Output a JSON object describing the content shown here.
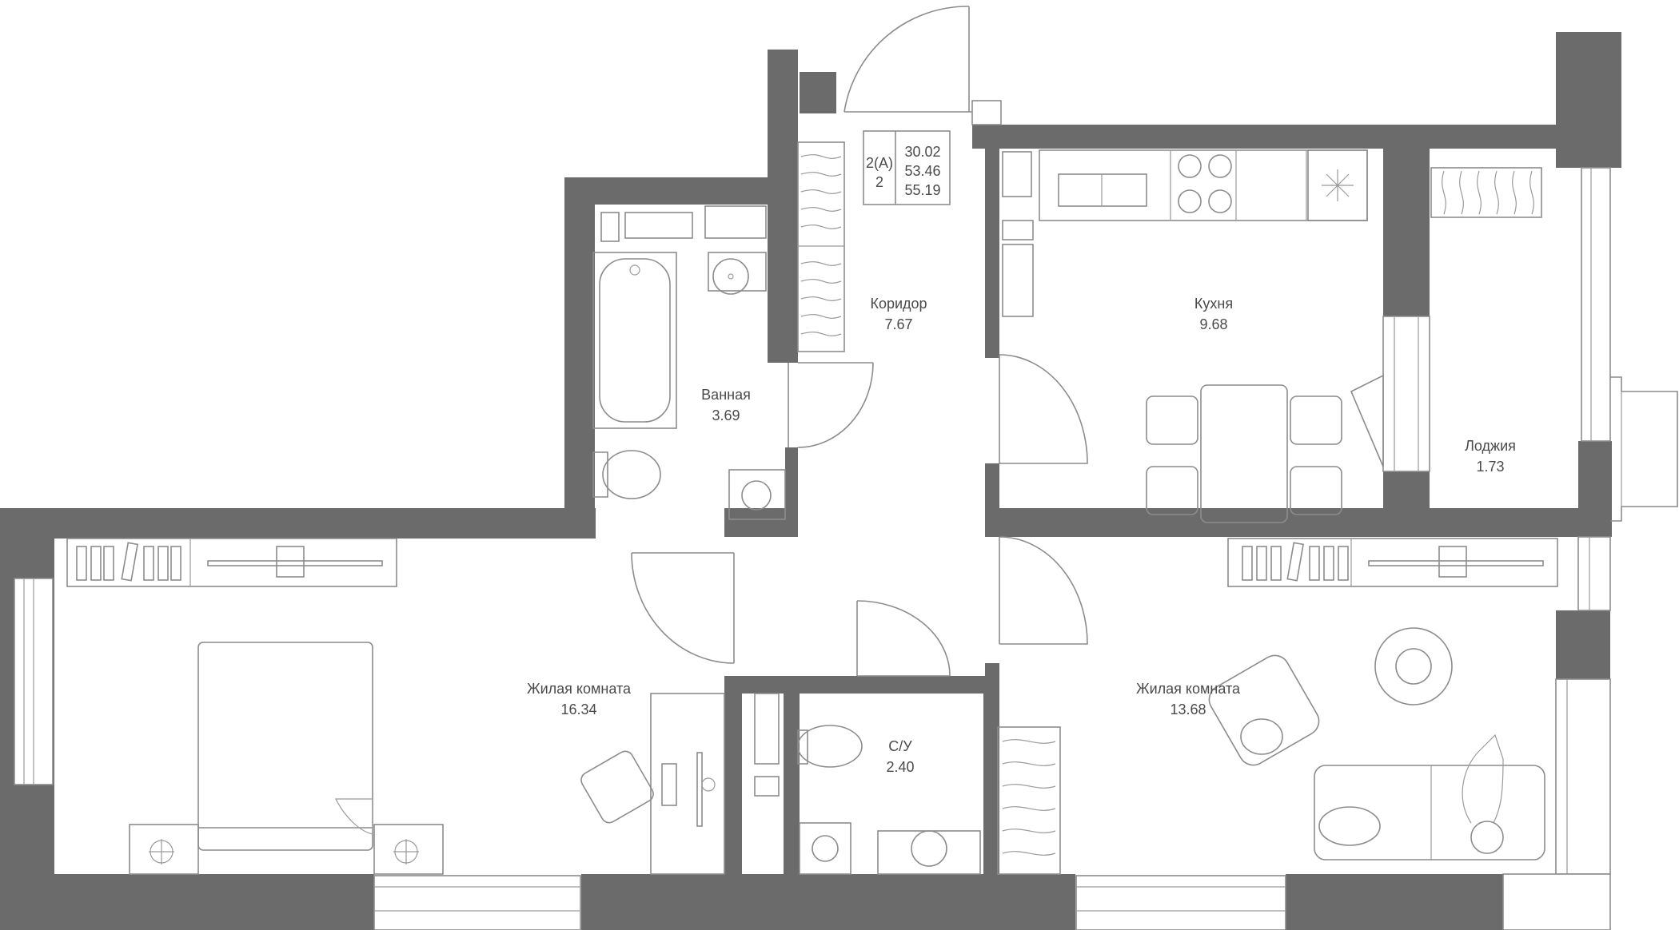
{
  "info_box": {
    "type_code": "2(A)",
    "rooms_count": "2",
    "area_living": "30.02",
    "area_total": "53.46",
    "area_total_with_balcony": "55.19"
  },
  "rooms": {
    "corridor": {
      "name": "Коридор",
      "area": "7.67"
    },
    "kitchen": {
      "name": "Кухня",
      "area": "9.68"
    },
    "bathroom": {
      "name": "Ванная",
      "area": "3.69"
    },
    "loggia": {
      "name": "Лоджия",
      "area": "1.73"
    },
    "living_left": {
      "name": "Жилая комната",
      "area": "16.34"
    },
    "living_right": {
      "name": "Жилая комната",
      "area": "13.68"
    },
    "wc": {
      "name": "С/У",
      "area": "2.40"
    }
  },
  "colors": {
    "wall": "#6b6b6b",
    "line": "#8c8c8c",
    "text": "#4a4a4a",
    "background": "#ffffff"
  }
}
